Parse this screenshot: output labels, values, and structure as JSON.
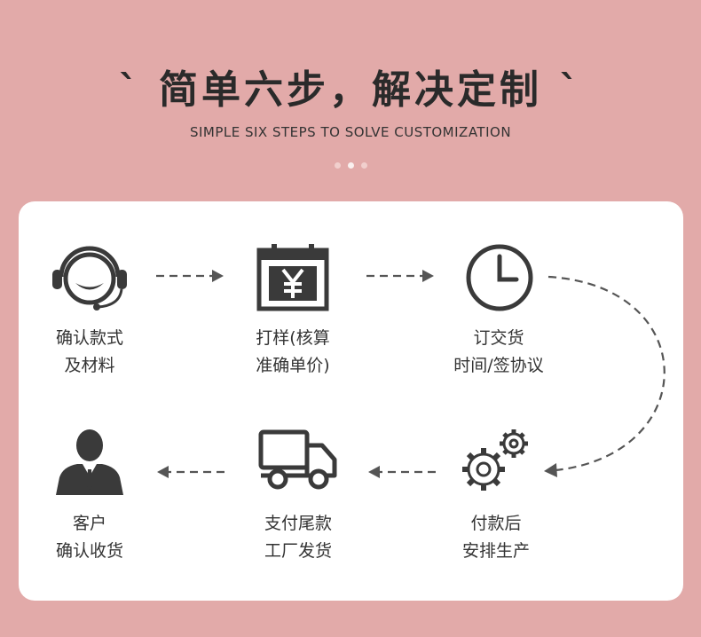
{
  "header": {
    "title": "` 简单六步，解决定制 `",
    "subtitle": "SIMPLE SIX STEPS TO SOLVE CUSTOMIZATION"
  },
  "colors": {
    "background": "#e2aaa9",
    "card": "#ffffff",
    "icon": "#3a3a3a"
  },
  "steps": [
    {
      "line1": "确认款式",
      "line2": "及材料",
      "icon": "headset-icon"
    },
    {
      "line1": "打样(核算",
      "line2": "准确单价)",
      "icon": "calendar-yen-icon"
    },
    {
      "line1": "订交货",
      "line2": "时间/签协议",
      "icon": "clock-icon"
    },
    {
      "line1": "付款后",
      "line2": "安排生产",
      "icon": "gears-icon"
    },
    {
      "line1": "支付尾款",
      "line2": "工厂发货",
      "icon": "truck-icon"
    },
    {
      "line1": "客户",
      "line2": "确认收货",
      "icon": "person-icon"
    }
  ]
}
